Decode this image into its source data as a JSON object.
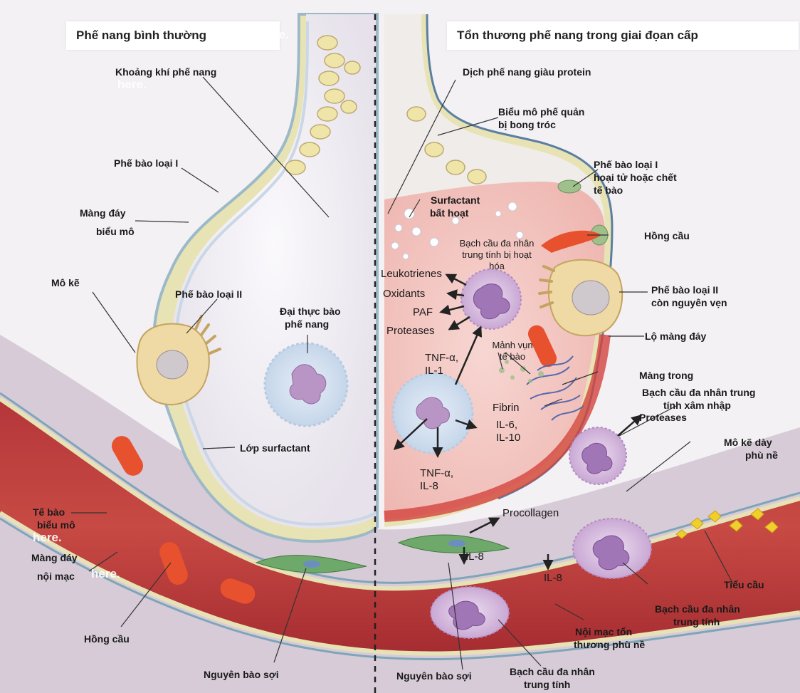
{
  "titles": {
    "left": "Phế nang bình thường",
    "right": "Tổn thương phế nang trong giai đọan cấp"
  },
  "watermark": "here.",
  "left_labels": {
    "alveolar_space": "Khoảng khí phế nang",
    "type1_cell": "Phế bào loại  I",
    "epithelial_bm_1": "Màng đáy",
    "epithelial_bm_2": "biểu mô",
    "interstitium": "Mô kẽ",
    "type2_cell": "Phế bào loại  II",
    "macrophage_1": "Đại thực bào",
    "macrophage_2": "phế nang",
    "surfactant_layer": "Lớp surfactant",
    "endothelial_1": "Tế bào",
    "endothelial_2": "biểu mô",
    "endothelial_bm_1": "Màng đáy",
    "endothelial_bm_2": "nội mạc",
    "red_cells": "Hồng cầu",
    "fibroblast": "Nguyên bào sợi"
  },
  "right_labels": {
    "protein_fluid": "Dịch phế nang giàu protein",
    "sloughed_1": "Biểu mô phế quản",
    "sloughed_2": "bị bong tróc",
    "type1_necrosis_1": "Phế bào loại I",
    "type1_necrosis_2": "hoại tử hoặc chết",
    "type1_necrosis_3": "tế bào",
    "inactive_surf_1": "Surfactant",
    "inactive_surf_2": "bất hoạt",
    "red_cell": "Hồng cầu",
    "activated_neut_1": "Bạch cầu đa nhân",
    "activated_neut_2": "trung tính bị hoạt",
    "activated_neut_3": "hóa",
    "type2_intact_1": "Phế bào loại II",
    "type2_intact_2": "còn nguyên vẹn",
    "leukotrienes": "Leukotrienes",
    "oxidants": "Oxidants",
    "paf": "PAF",
    "proteases": "Proteases",
    "denuded_bm": "Lộ  màng đáy",
    "debris_1": "Mảnh vụn",
    "debris_2": "tế bào",
    "tnf_il1_1": "TNF-α,",
    "tnf_il1_2": "IL-1",
    "hyaline": "Màng trong",
    "migrating_neut_1": "Bạch cầu đa nhân trung",
    "migrating_neut_2": "tính xâm nhập",
    "proteases_2": "Proteases",
    "fibrin": "Fibrin",
    "il6_1": "IL-6,",
    "il6_2": "IL-10",
    "edema_1": "Mô kẽ dày",
    "edema_2": "phù nề",
    "tnf_il8_1": "TNF-α,",
    "tnf_il8_2": "IL-8",
    "procollagen": "Procollagen",
    "il8_a": "IL-8",
    "il8_b": "IL-8",
    "platelets": "Tiểu cầu",
    "neutrophil_1": "Bạch cầu đa nhân",
    "neutrophil_2": "trung tính",
    "swollen_endo_1": "Nội mạc tổn",
    "swollen_endo_2": "thương phù nề",
    "fibroblast": "Nguyên bào sợi",
    "neutrophil_b1": "Bạch cầu đa nhân",
    "neutrophil_b2": "trung tính"
  },
  "colors": {
    "vessel": "#b8383a",
    "vessel_inner": "#d76a5e",
    "interstitium": "#d9ccd8",
    "alveolus_normal": "#f1eef4",
    "alveolus_injured": "#f2c7c4",
    "epithelium": "#ece7b6",
    "neutrophil": "#c9a8d4",
    "rbc": "#e44a2c"
  }
}
